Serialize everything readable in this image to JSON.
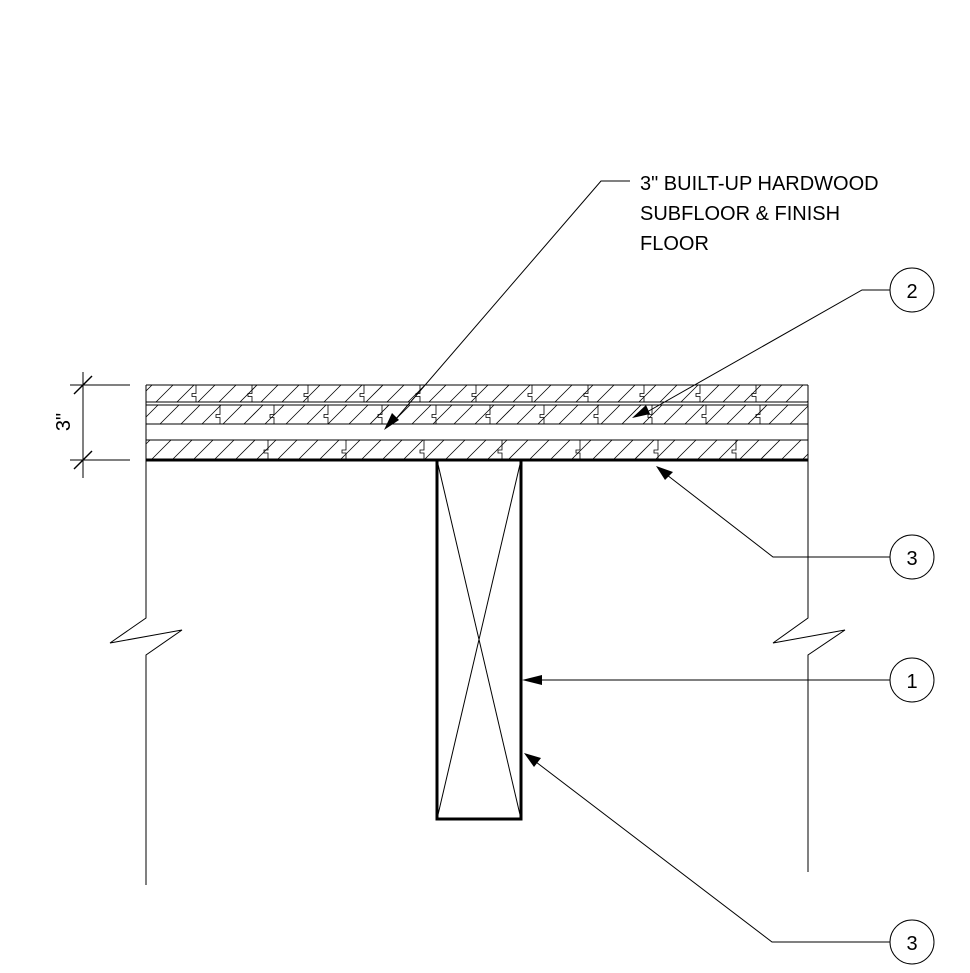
{
  "note": {
    "lines": [
      "3\" BUILT-UP HARDWOOD",
      "SUBFLOOR & FINISH",
      "FLOOR"
    ]
  },
  "dimension": {
    "label": "3\""
  },
  "callouts": [
    {
      "id": "c2",
      "number": "2"
    },
    {
      "id": "c3a",
      "number": "3"
    },
    {
      "id": "c1",
      "number": "1"
    },
    {
      "id": "c3b",
      "number": "3"
    }
  ]
}
